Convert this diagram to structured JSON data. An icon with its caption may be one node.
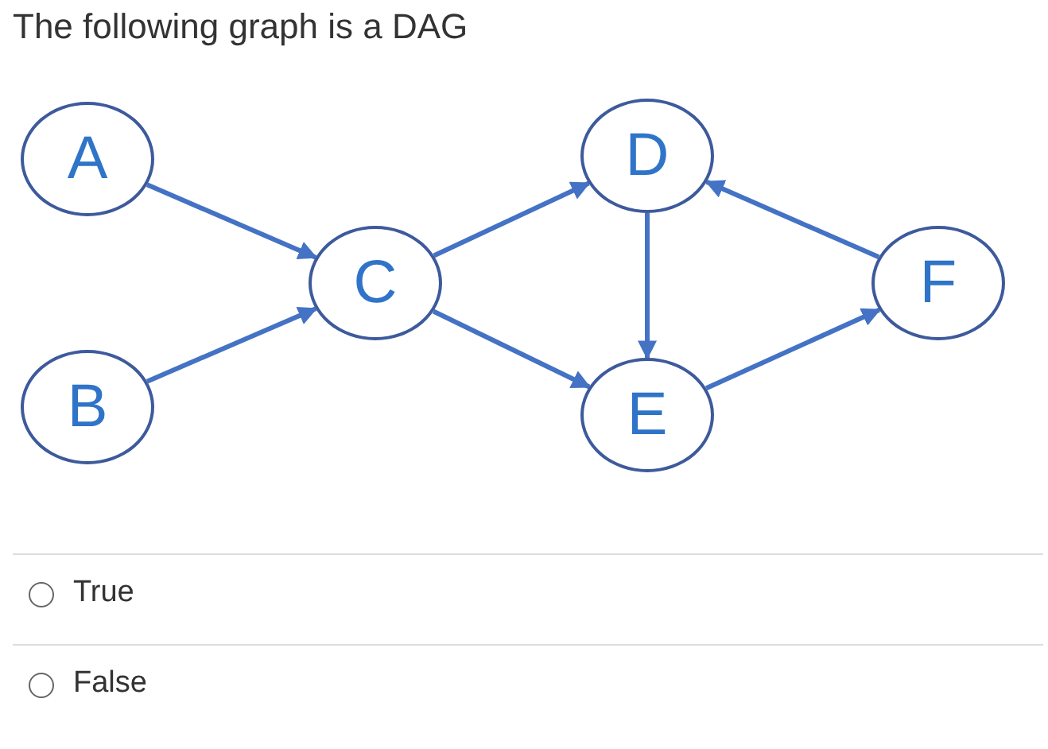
{
  "diagram": {
    "title": "The following graph is a DAG",
    "nodes": [
      {
        "text": [
          "A"
        ]
      },
      {
        "text": [
          "B"
        ]
      },
      {
        "text": [
          "C"
        ]
      },
      {
        "text": [
          "D"
        ]
      },
      {
        "text": [
          "E"
        ]
      },
      {
        "text": [
          "F"
        ]
      }
    ],
    "edges": [
      {
        "from": 0,
        "to": 2,
        "arrow": "to"
      },
      {
        "from": 1,
        "to": 2,
        "arrow": "to"
      },
      {
        "from": 2,
        "to": 3,
        "arrow": "to"
      },
      {
        "from": 2,
        "to": 4,
        "arrow": "to"
      },
      {
        "from": 3,
        "to": 4,
        "arrow": "to"
      },
      {
        "from": 5,
        "to": 3,
        "arrow": "to"
      },
      {
        "from": 4,
        "to": 5,
        "arrow": "to"
      }
    ],
    "labels": [
      "True",
      "False"
    ]
  }
}
